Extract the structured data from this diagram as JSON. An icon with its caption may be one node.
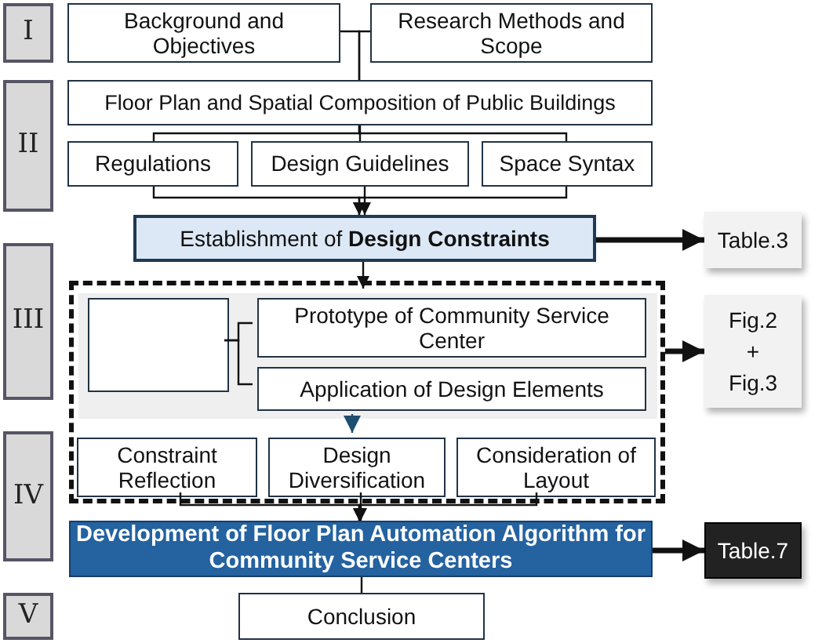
{
  "diagram": {
    "nodes": [
      {
        "text": [
          "I"
        ]
      },
      {
        "text": [
          "Background and Objectives"
        ]
      },
      {
        "text": [
          "Research Methods and Scope"
        ]
      },
      {
        "text": [
          "II"
        ]
      },
      {
        "text": [
          "Floor Plan and Spatial Composition of Public Buildings"
        ]
      },
      {
        "text": [
          "Regulations"
        ]
      },
      {
        "text": [
          "Design Guidelines"
        ]
      },
      {
        "text": [
          "Space Syntax"
        ]
      },
      {
        "text": [
          "Establishment of **Design Constraints**"
        ]
      },
      {
        "text": [
          "Table.3"
        ]
      },
      {
        "text": [
          "III"
        ]
      },
      {
        "text": [],
        "shape": "box"
      },
      {
        "text": [],
        "shape": "box",
        "in": 11
      },
      {
        "text": [],
        "shape": "box",
        "in": 12
      },
      {
        "text": [
          "Prototype of Community Service Center"
        ],
        "in": 12
      },
      {
        "text": [
          "Application of Design Elements"
        ],
        "in": 12
      },
      {
        "text": [
          "Fig.2 + Fig.3"
        ]
      },
      {
        "text": [
          "IV"
        ]
      },
      {
        "text": [
          "Constraint Reflection"
        ],
        "in": 11
      },
      {
        "text": [
          "Design Diversification"
        ],
        "in": 11
      },
      {
        "text": [
          "Consideration of Layout"
        ],
        "in": 11
      },
      {
        "text": [
          "Development of Floor Plan Automation Algorithm for Community Service Centers"
        ]
      },
      {
        "text": [
          "Table.7"
        ]
      },
      {
        "text": [
          "V"
        ]
      },
      {
        "text": [
          "Conclusion"
        ]
      }
    ],
    "edges": [
      {
        "from": 1,
        "to": 4,
        "arrow": "none"
      },
      {
        "from": 2,
        "to": 4,
        "arrow": "none"
      },
      {
        "from": 4,
        "to": 5,
        "arrow": "none"
      },
      {
        "from": 4,
        "to": 6,
        "arrow": "none"
      },
      {
        "from": 4,
        "to": 7,
        "arrow": "none"
      },
      {
        "from": 5,
        "to": 8,
        "arrow": "to"
      },
      {
        "from": 6,
        "to": 8,
        "arrow": "to"
      },
      {
        "from": 7,
        "to": 8,
        "arrow": "to"
      },
      {
        "from": 8,
        "to": 9,
        "arrow": "to",
        "style": "thick"
      },
      {
        "from": 8,
        "to": 12,
        "arrow": "to"
      },
      {
        "from": 13,
        "to": 14,
        "arrow": "none"
      },
      {
        "from": 13,
        "to": 15,
        "arrow": "none"
      },
      {
        "from": 12,
        "to": 19,
        "arrow": "to",
        "color": "#1f4e6e"
      },
      {
        "from": 11,
        "to": 16,
        "arrow": "to",
        "style": "thick"
      },
      {
        "from": 18,
        "to": 21,
        "arrow": "to"
      },
      {
        "from": 19,
        "to": 21,
        "arrow": "to"
      },
      {
        "from": 20,
        "to": 21,
        "arrow": "to"
      },
      {
        "from": 21,
        "to": 22,
        "arrow": "to",
        "style": "thick"
      },
      {
        "from": 21,
        "to": 24,
        "arrow": "none"
      }
    ]
  }
}
